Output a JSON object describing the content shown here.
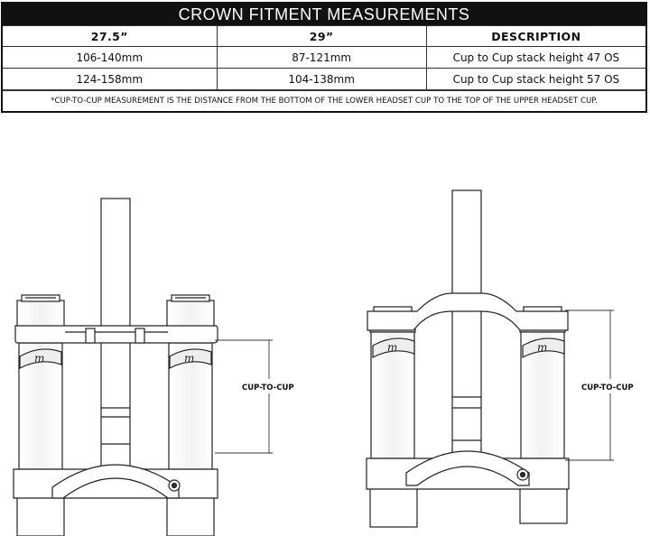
{
  "table": {
    "title": "CROWN FITMENT MEASUREMENTS",
    "headers": [
      "27.5”",
      "29”",
      "DESCRIPTION"
    ],
    "rows": [
      [
        "106-140mm",
        "87-121mm",
        "Cup to Cup stack height 47 OS"
      ],
      [
        "124-158mm",
        "104-138mm",
        "Cup to Cup stack height 57 OS"
      ]
    ],
    "footnote": "*CUP-TO-CUP MEASUREMENT IS THE DISTANCE FROM THE BOTTOM OF THE LOWER HEADSET CUP TO THE TOP OF THE UPPER HEADSET CUP."
  },
  "diagrams": {
    "left": {
      "dimension_label": "CUP-TO-CUP"
    },
    "right": {
      "dimension_label": "CUP-TO-CUP"
    }
  }
}
